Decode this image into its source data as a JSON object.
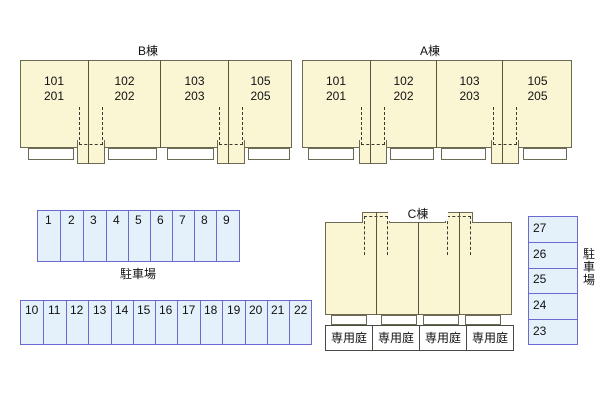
{
  "page": {
    "kind": "apartment-site-plan",
    "background_color": "#ffffff"
  },
  "colors": {
    "building_fill": "#faf6d4",
    "building_stroke": "#6d6a52",
    "parking_fill": "#e4f1fb",
    "parking_stroke": "#6a6ad0",
    "garden_fill": "#ffffff",
    "garden_stroke": "#4a4a45",
    "text": "#111111"
  },
  "buildings": [
    {
      "id": "bldg-b",
      "title": "B棟",
      "units": [
        {
          "upper": "201",
          "lower": "101"
        },
        {
          "upper": "202",
          "lower": "102"
        },
        {
          "upper": "203",
          "lower": "103"
        },
        {
          "upper": "205",
          "lower": "105"
        }
      ]
    },
    {
      "id": "bldg-a",
      "title": "A棟",
      "units": [
        {
          "upper": "201",
          "lower": "101"
        },
        {
          "upper": "202",
          "lower": "102"
        },
        {
          "upper": "203",
          "lower": "103"
        },
        {
          "upper": "205",
          "lower": "105"
        }
      ]
    },
    {
      "id": "bldg-c",
      "title": "C棟",
      "gardens": [
        "専用庭",
        "専用庭",
        "専用庭",
        "専用庭"
      ]
    }
  ],
  "parking": {
    "label_main": "駐車場",
    "label_side": "駐車場",
    "row_top": [
      "1",
      "2",
      "3",
      "4",
      "5",
      "6",
      "7",
      "8",
      "9"
    ],
    "row_bottom": [
      "10",
      "11",
      "12",
      "13",
      "14",
      "15",
      "16",
      "17",
      "18",
      "19",
      "20",
      "21",
      "22"
    ],
    "column_right": [
      "27",
      "26",
      "25",
      "24",
      "23"
    ]
  }
}
